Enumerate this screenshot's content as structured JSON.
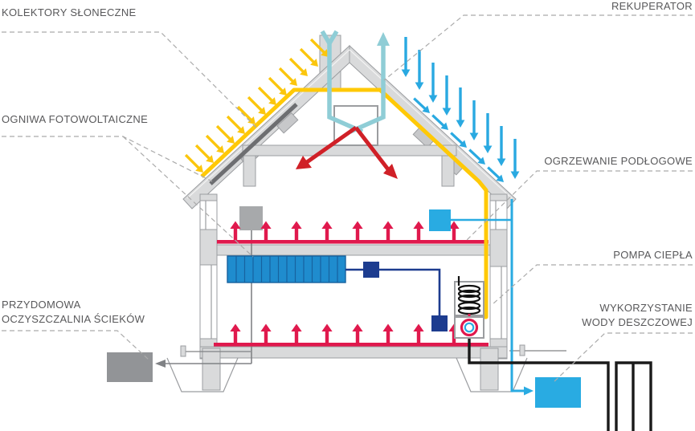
{
  "diagram": {
    "type": "eco-house cross-section systems infographic",
    "labels": {
      "solar_collectors": "KOLEKTORY SŁONECZNE",
      "photovoltaic_cells": "OGNIWA FOTOWOLTAICZNE",
      "recuperator": "REKUPERATOR",
      "underfloor_heating": "OGRZEWANIE PODŁOGOWE",
      "heat_pump": "POMPA CIEPŁA",
      "sewage_treatment": [
        "PRZYDOMOWA",
        "OCZYSZCZALNIA ŚCIEKÓW"
      ],
      "rainwater_harvesting": [
        "WYKORZYSTANIE",
        "WODY DESZCZOWEJ"
      ]
    },
    "colors": {
      "solar_pipe_yellow": "#FFC907",
      "sun_ray_yellow": "#FBC60D",
      "pv_panel_dark_gray": "#6D6E71",
      "vent_duct_teal": "#8FCDD6",
      "supply_air_red": "#D02027",
      "floor_heating_crimson": "#E0194D",
      "rain_blue": "#29A9E1",
      "rainwater_cyan": "#29ABE2",
      "electric_navy": "#1D3C8F",
      "battery_blue": "#1F8CCE",
      "structure_gray": "#D9DADB",
      "label_gray": "#58585A",
      "ground_loop_black": "#1A1A1A"
    }
  }
}
